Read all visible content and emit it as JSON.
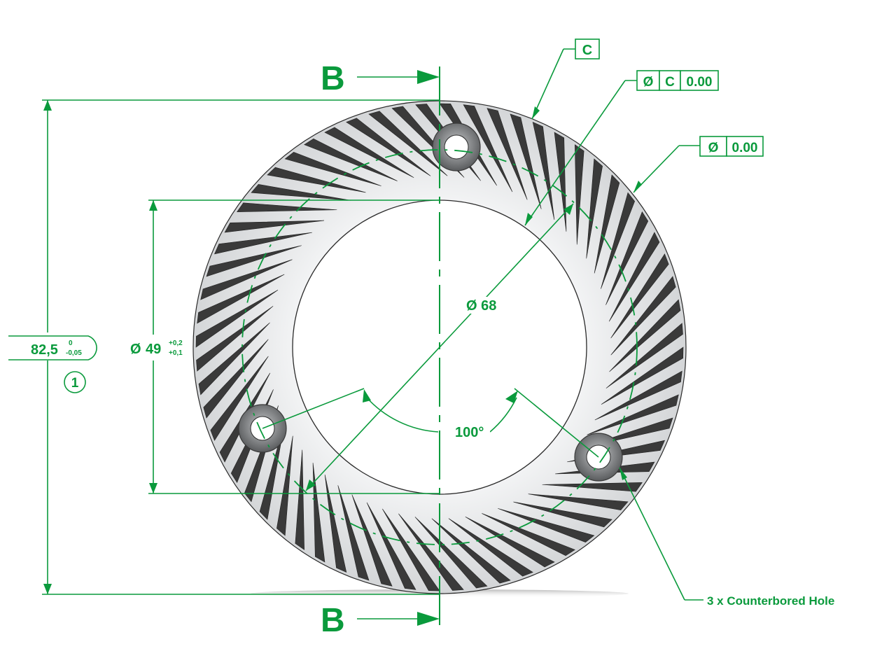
{
  "colors": {
    "annotation": "#0a9a3c",
    "part_fill": "#e4e5e6",
    "part_edge": "#2a2a2a",
    "background": "#ffffff"
  },
  "section": {
    "top_label": "B",
    "bottom_label": "B"
  },
  "datum": {
    "label": "C"
  },
  "fcf_top": {
    "symbol": "Ø",
    "datum": "C",
    "tolerance": "0.00"
  },
  "fcf_right": {
    "symbol": "Ø",
    "tolerance": "0.00"
  },
  "dimensions": {
    "outer_height": "82,5",
    "outer_tol_upper": "0",
    "outer_tol_lower": "-0,05",
    "balloon": "1",
    "bore_symbol": "Ø",
    "bore_value": "49",
    "bore_tol_upper": "+0,2",
    "bore_tol_lower": "+0,1",
    "bolt_circle": "Ø 68",
    "angle": "100°"
  },
  "callouts": {
    "holes": "3 x Counterbored Hole"
  },
  "icons": {
    "section_arrow": "arrow-right-icon"
  }
}
